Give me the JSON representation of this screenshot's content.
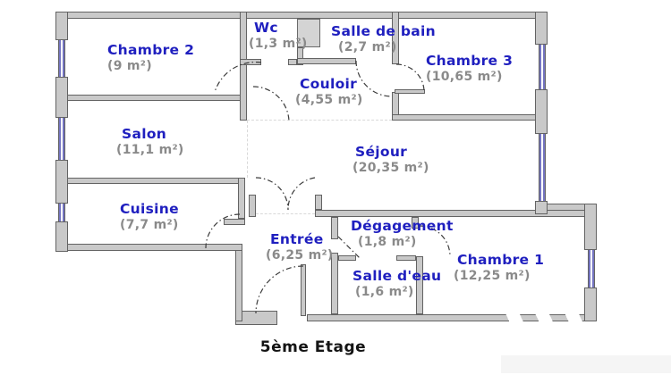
{
  "title": "5ème Etage",
  "colors": {
    "room_name": "#1f1fbf",
    "room_area": "#8a8a8a",
    "wall_fill": "#c9c9c9",
    "wall_outline": "#636363",
    "window": "#7575c2",
    "title_color": "#141414"
  },
  "rooms": [
    {
      "id": "chambre2",
      "name": "Chambre 2",
      "area": "(9 m²)"
    },
    {
      "id": "wc",
      "name": "Wc",
      "area": "(1,3 m²)"
    },
    {
      "id": "salle_de_bain",
      "name": "Salle de bain",
      "area": "(2,7 m²)"
    },
    {
      "id": "chambre3",
      "name": "Chambre 3",
      "area": "(10,65 m²)"
    },
    {
      "id": "couloir",
      "name": "Couloir",
      "area": "(4,55 m²)"
    },
    {
      "id": "salon",
      "name": "Salon",
      "area": "(11,1 m²)"
    },
    {
      "id": "sejour",
      "name": "Séjour",
      "area": "(20,35 m²)"
    },
    {
      "id": "cuisine",
      "name": "Cuisine",
      "area": "(7,7 m²)"
    },
    {
      "id": "entree",
      "name": "Entrée",
      "area": "(6,25 m²)"
    },
    {
      "id": "degagement",
      "name": "Dégagement",
      "area": "(1,8 m²)"
    },
    {
      "id": "salle_deau",
      "name": "Salle d'eau",
      "area": "(1,6 m²)"
    },
    {
      "id": "chambre1",
      "name": "Chambre 1",
      "area": "(12,25 m²)"
    }
  ]
}
